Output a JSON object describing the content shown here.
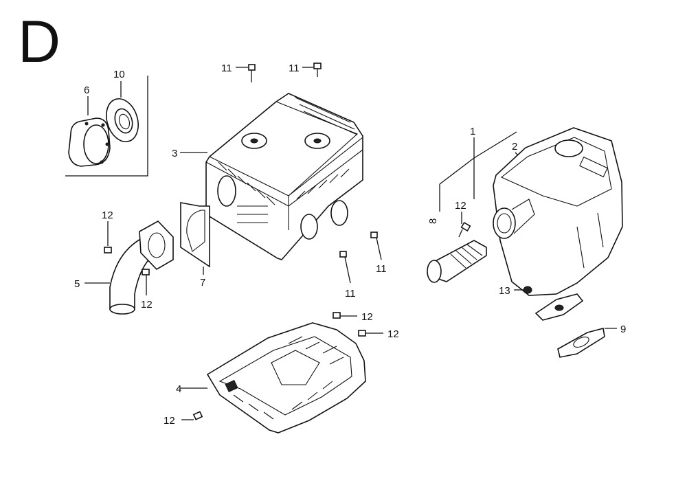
{
  "section_letter": "D",
  "callouts": [
    {
      "id": "c11a",
      "label": "11"
    },
    {
      "id": "c11b",
      "label": "11"
    },
    {
      "id": "c10",
      "label": "10"
    },
    {
      "id": "c6",
      "label": "6"
    },
    {
      "id": "c3",
      "label": "3"
    },
    {
      "id": "c1",
      "label": "1"
    },
    {
      "id": "c2",
      "label": "2"
    },
    {
      "id": "c12a",
      "label": "12"
    },
    {
      "id": "c12b",
      "label": "12"
    },
    {
      "id": "c8",
      "label": "8"
    },
    {
      "id": "c5",
      "label": "5"
    },
    {
      "id": "c12c",
      "label": "12"
    },
    {
      "id": "c7",
      "label": "7"
    },
    {
      "id": "c11c",
      "label": "11"
    },
    {
      "id": "c11d",
      "label": "11"
    },
    {
      "id": "c13",
      "label": "13"
    },
    {
      "id": "c12d",
      "label": "12"
    },
    {
      "id": "c12e",
      "label": "12"
    },
    {
      "id": "c9",
      "label": "9"
    },
    {
      "id": "c4",
      "label": "4"
    },
    {
      "id": "c12f",
      "label": "12"
    }
  ]
}
